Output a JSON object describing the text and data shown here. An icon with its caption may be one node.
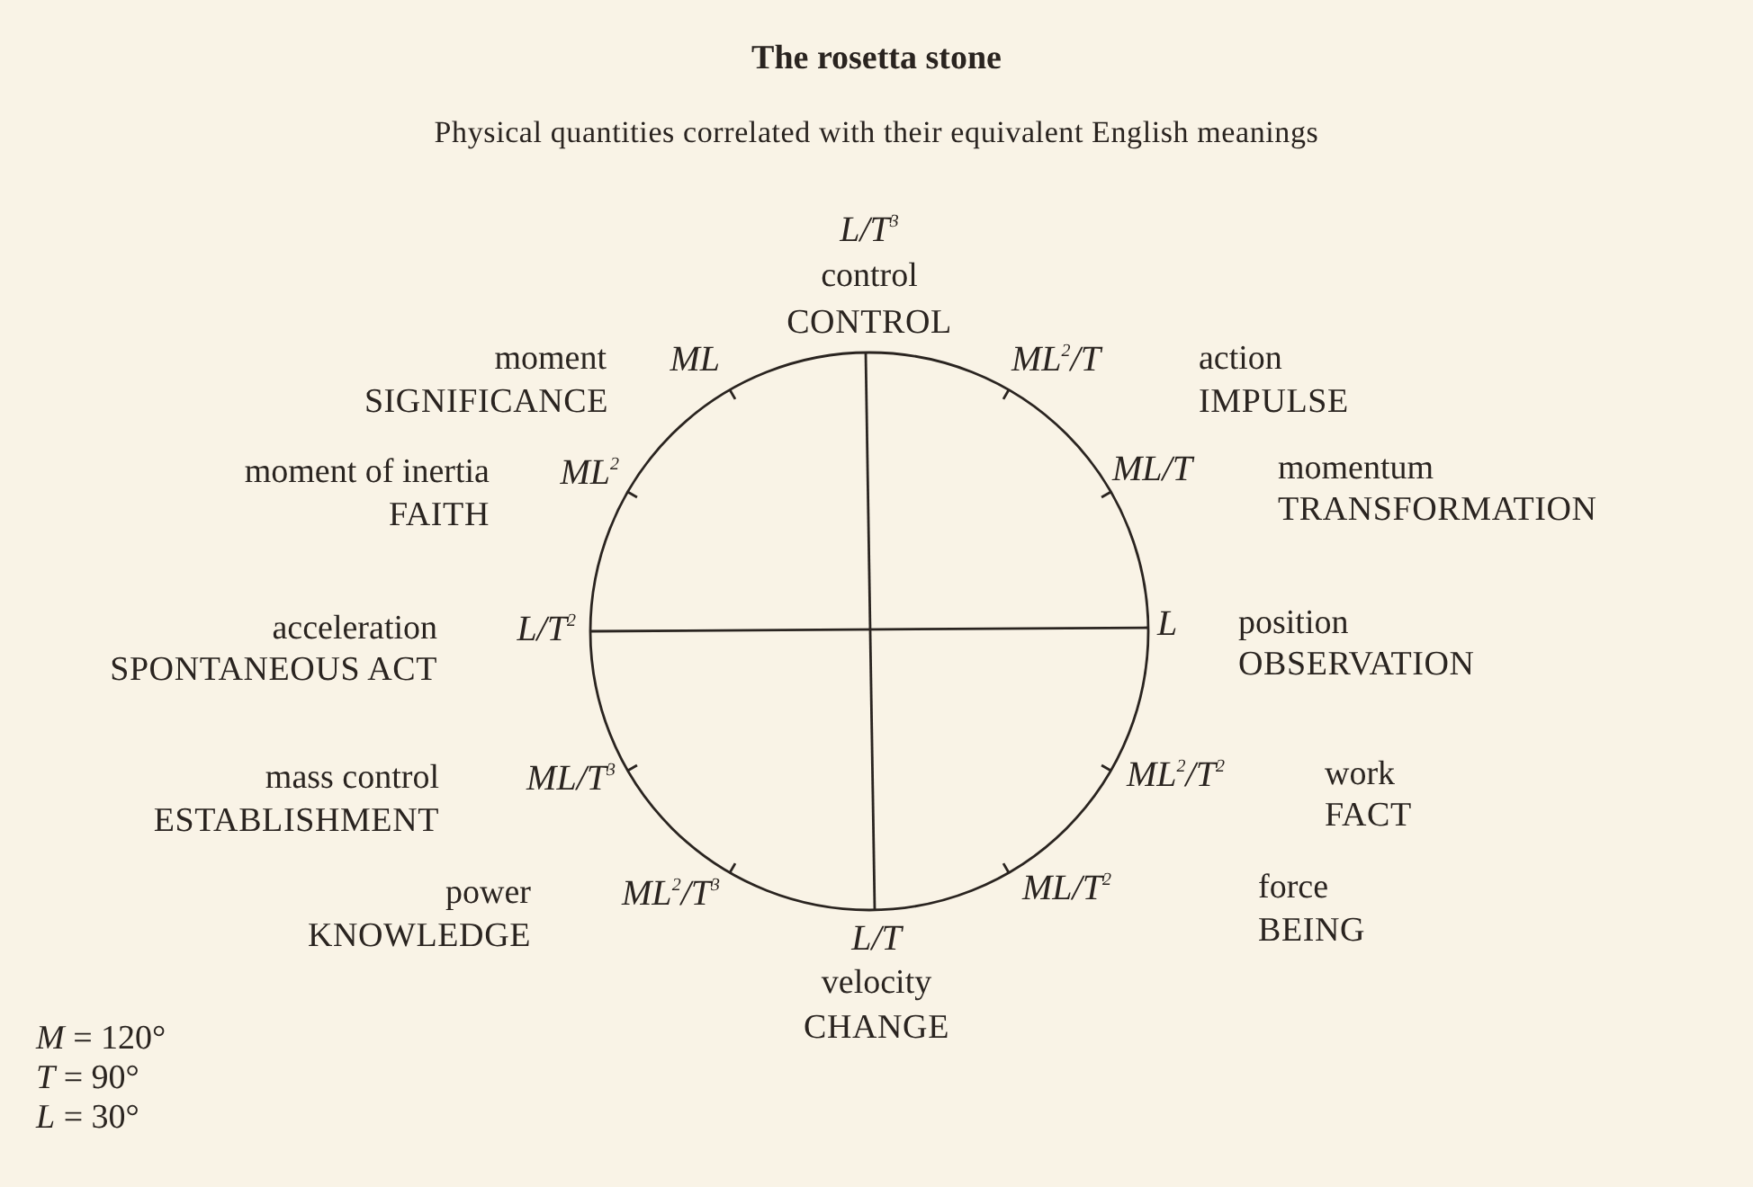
{
  "diagram": {
    "title": "The rosetta stone",
    "caption": "Physical quantities correlated with their equivalent English meanings",
    "labels": [
      "L/T$^{3}$",
      "control",
      "CONTROL",
      "ML$^{2}$/T",
      "action",
      "IMPULSE",
      "ML/T",
      "momentum",
      "TRANSFORMATION",
      "L",
      "position",
      "OBSERVATION",
      "ML$^{2}$/T$^{2}$",
      "work",
      "FACT",
      "ML/T$^{2}$",
      "force",
      "BEING",
      "L/T",
      "velocity",
      "CHANGE",
      "ML$^{2}$/T$^{3}$",
      "power",
      "KNOWLEDGE",
      "ML/T$^{3}$",
      "mass control",
      "ESTABLISHMENT",
      "L/T$^{2}$",
      "acceleration",
      "SPONTANEOUS ACT",
      "ML$^{2}$",
      "moment of inertia",
      "FAITH",
      "ML",
      "moment",
      "SIGNIFICANCE",
      "*M* = 120°",
      "*T* = 90°",
      "*L* = 30°"
    ]
  }
}
